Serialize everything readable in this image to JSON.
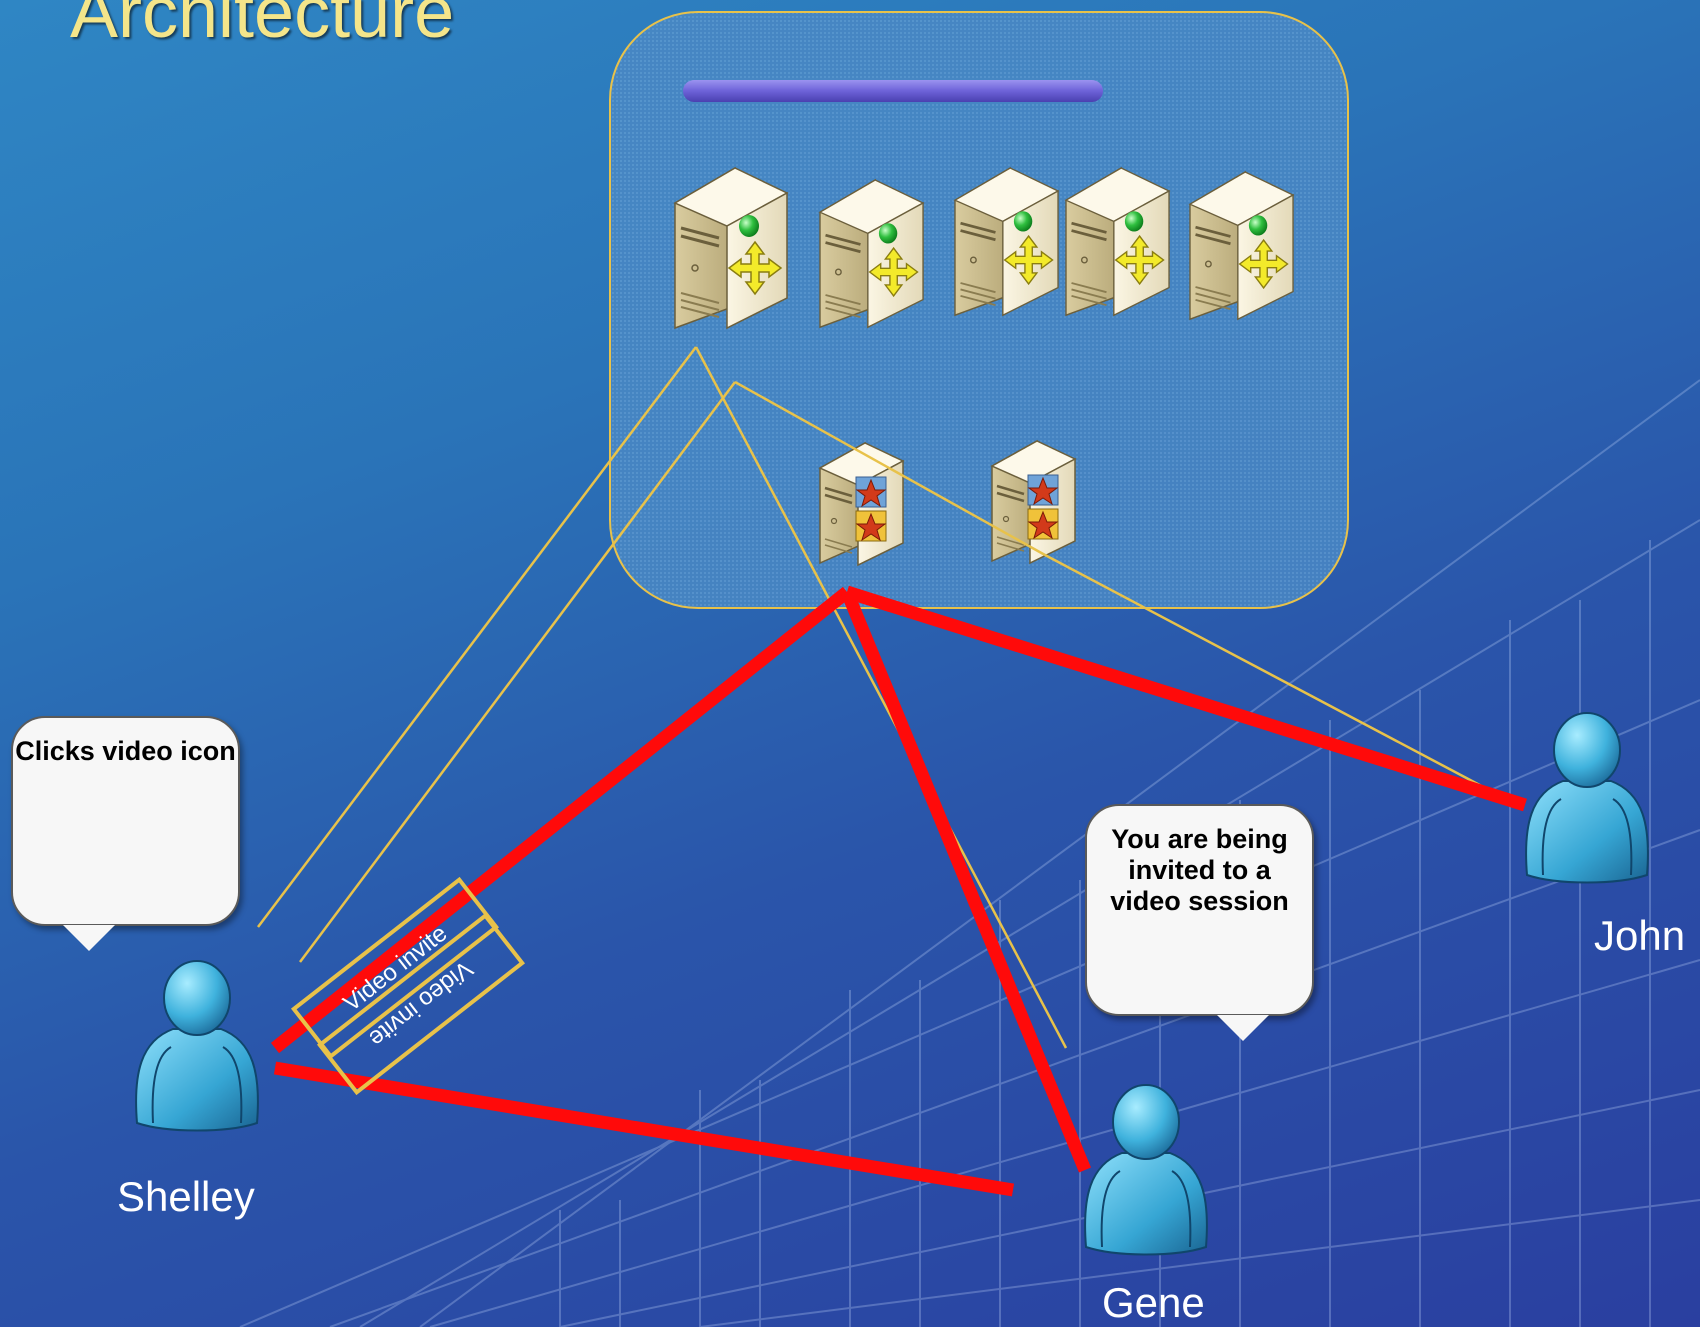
{
  "slide": {
    "title": "Architecture"
  },
  "callouts": {
    "shelley": "Clicks video icon",
    "gene": "You are being invited to a video session"
  },
  "users": {
    "shelley": "Shelley",
    "gene": "Gene",
    "john": "John"
  },
  "messages": {
    "invite_1": "Video invite",
    "invite_2": "Video invite"
  },
  "icons": {
    "web_server": "server-icon",
    "media_server": "media-server-icon",
    "user": "user-icon"
  },
  "colors": {
    "background_top": "#2f86c4",
    "background_bottom": "#2a3fa0",
    "title": "#f4e58a",
    "cluster_border": "#e8c24a",
    "signal_line": "#e8c24a",
    "media_line": "#ff0a0a",
    "bus": "#7b6fe0"
  }
}
